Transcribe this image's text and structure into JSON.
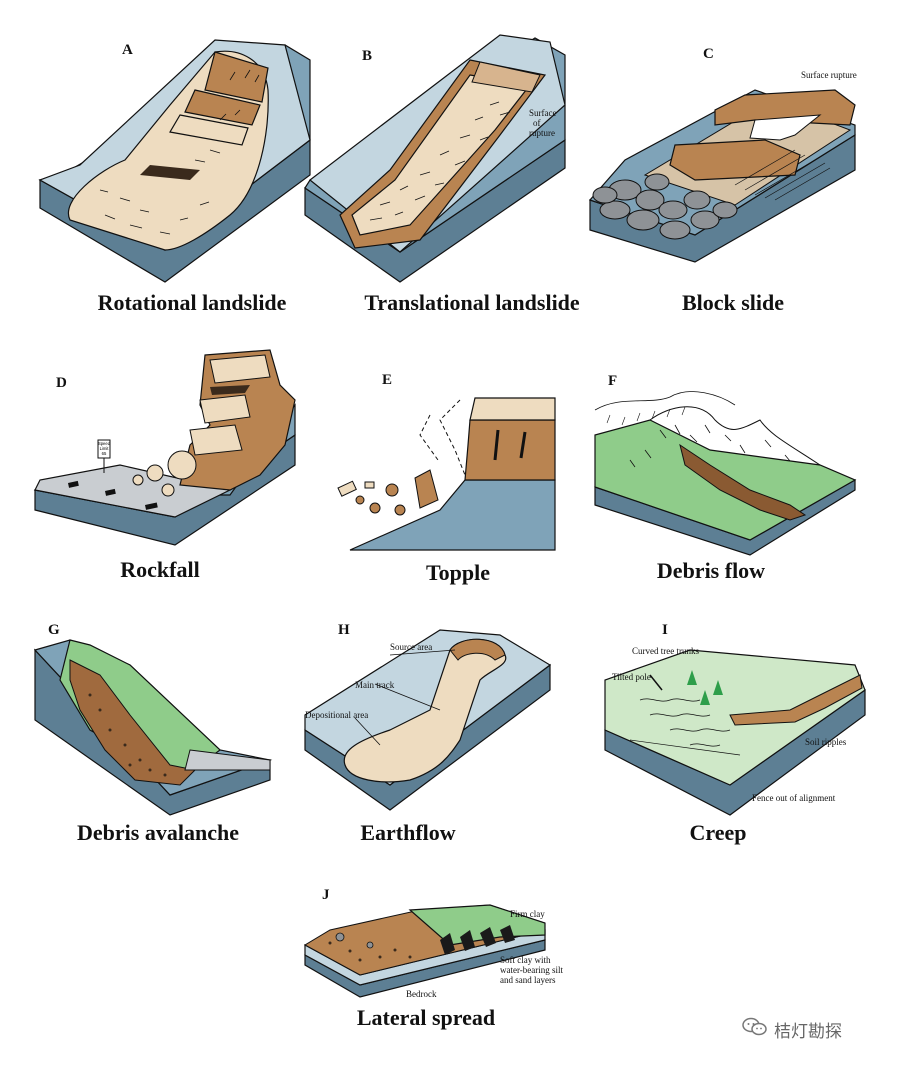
{
  "panels": {
    "A": {
      "letter": "A",
      "caption": "Rotational landslide"
    },
    "B": {
      "letter": "B",
      "caption": "Translational landslide",
      "annotations": [
        "Surface",
        "of",
        "rupture"
      ]
    },
    "C": {
      "letter": "C",
      "caption": "Block slide",
      "annotations": [
        "Surface rupture"
      ]
    },
    "D": {
      "letter": "D",
      "caption": "Rockfall",
      "sign": [
        "Speed",
        "Limit",
        "65"
      ]
    },
    "E": {
      "letter": "E",
      "caption": "Topple"
    },
    "F": {
      "letter": "F",
      "caption": "Debris flow"
    },
    "G": {
      "letter": "G",
      "caption": "Debris avalanche"
    },
    "H": {
      "letter": "H",
      "caption": "Earthflow",
      "annotations": [
        "Source area",
        "Main track",
        "Depositional area"
      ]
    },
    "I": {
      "letter": "I",
      "caption": "Creep",
      "annotations": [
        "Curved tree trunks",
        "Tilted pole",
        "Soil ripples",
        "Fence out of alignment"
      ]
    },
    "J": {
      "letter": "J",
      "caption": "Lateral spread",
      "annotations": [
        "Firm clay",
        "Soft clay with",
        "water-bearing silt",
        "and sand layers",
        "Bedrock"
      ]
    }
  },
  "watermark": {
    "text": "桔灯勘探",
    "icon": "wechat-icon"
  },
  "colors": {
    "bedrock": "#7fa3b8",
    "bedrock_dark": "#5d7f94",
    "slope_light": "#c3d6e0",
    "debris_tan": "#eedcc0",
    "rock_brown": "#b98451",
    "vegetation": "#8fcc8a",
    "creep_green": "#cfe8c8",
    "boulder_gray": "#8e9296"
  }
}
